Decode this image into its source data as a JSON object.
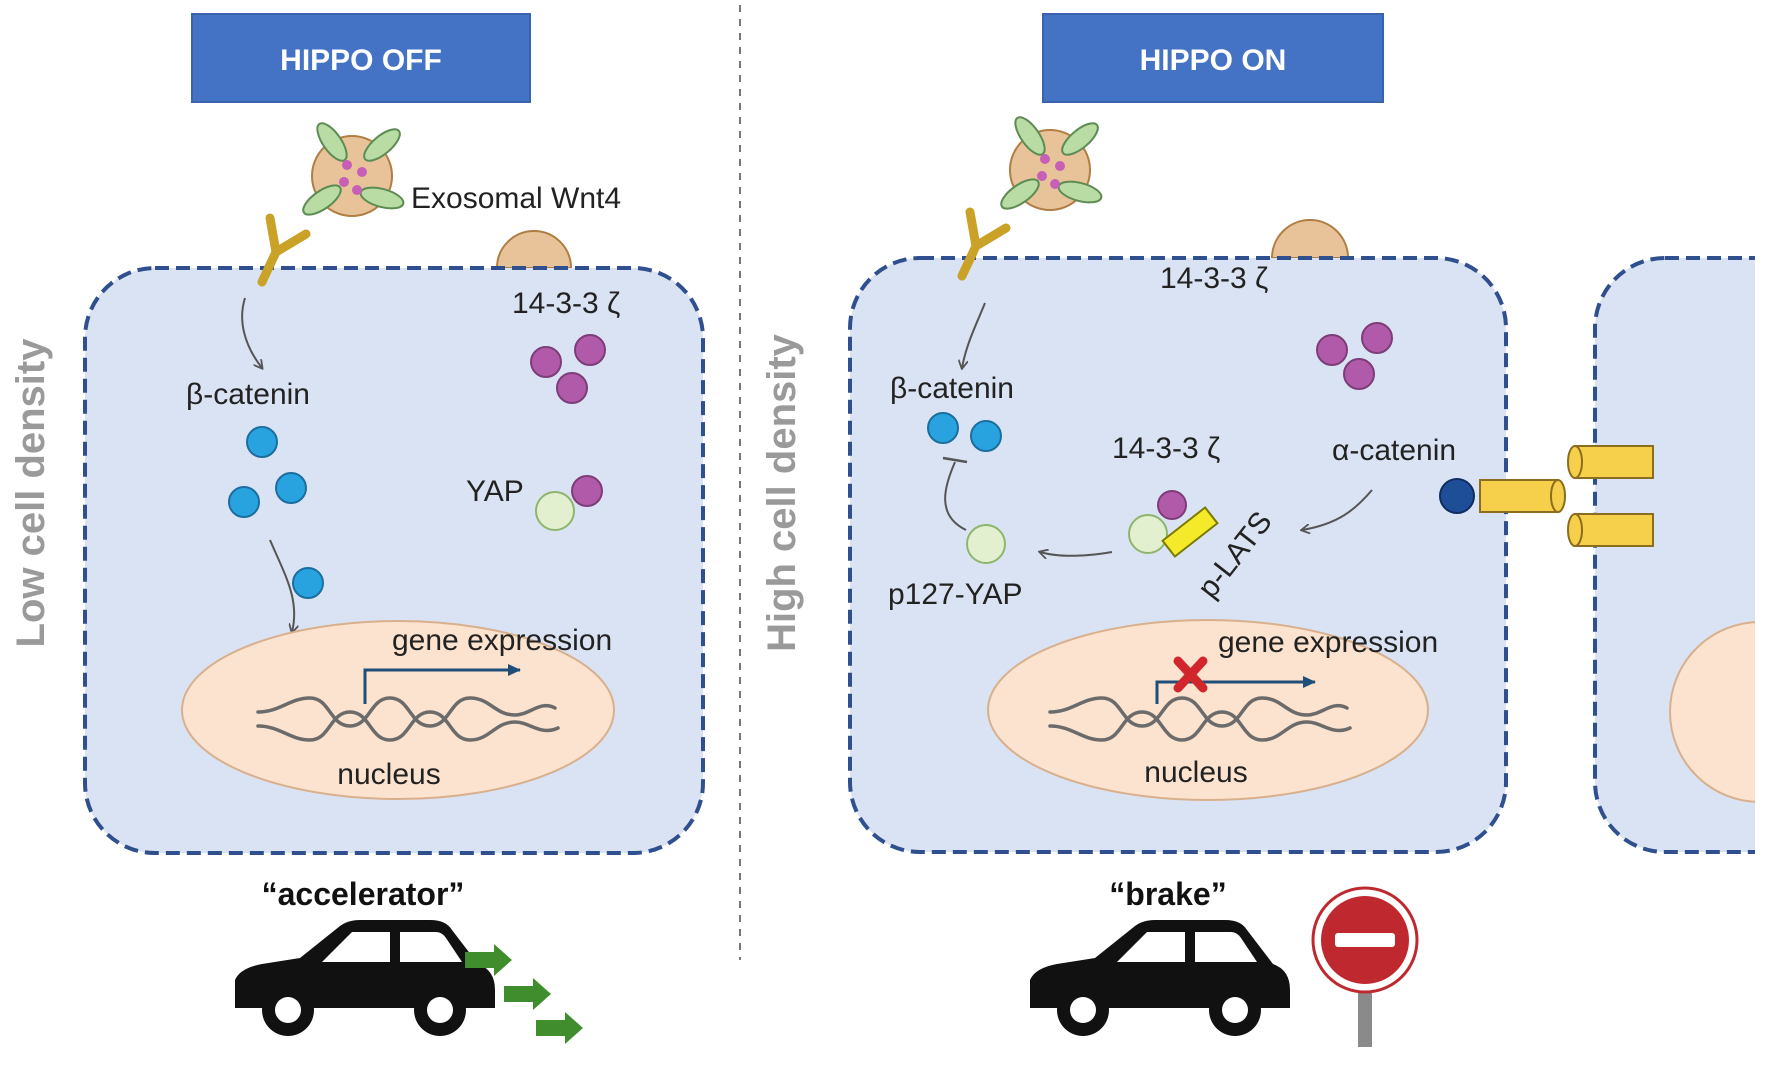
{
  "header_off": "HIPPO OFF",
  "header_on": "HIPPO ON",
  "side_low": "Low cell density",
  "side_high": "High cell density",
  "left": {
    "exosome_label": "Exosomal Wnt4",
    "protein_1433": "14-3-3 ζ",
    "beta_catenin": "β-catenin",
    "yap": "YAP",
    "gene_expression": "gene expression",
    "nucleus": "nucleus",
    "caption": "“accelerator”"
  },
  "right": {
    "protein_1433_top": "14-3-3 ζ",
    "beta_catenin": "β-catenin",
    "protein_1433_complex": "14-3-3 ζ",
    "alpha_catenin": "α-catenin",
    "p_lats": "p-LATS",
    "p127_yap": "p127-YAP",
    "gene_expression": "gene expression",
    "nucleus": "nucleus",
    "caption": "“brake”"
  },
  "colors": {
    "header_bg": "#4472c4",
    "cell_fill": "#dae3f3",
    "cell_border": "#2f4f8f",
    "nucleus_fill": "#fbe3cf",
    "beta_catenin": "#29a3e0",
    "protein_1433": "#b05aa9",
    "yap": "#e2f0d0",
    "alpha_catenin": "#1f4e99",
    "junction": "#f6cf4b",
    "wnt_receptor": "#c9a227",
    "arrow_green": "#3f8d2c",
    "stop_red": "#c0282f"
  }
}
